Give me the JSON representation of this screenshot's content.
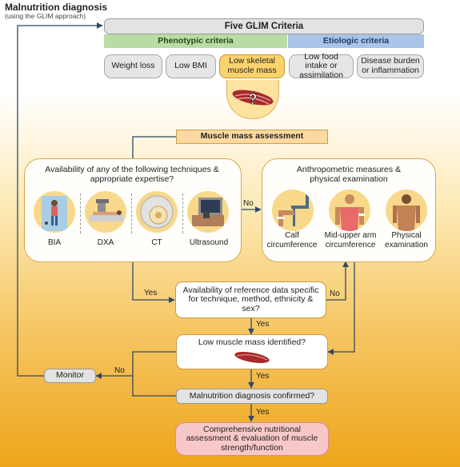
{
  "header": {
    "title": "Malnutrition diagnosis",
    "subtitle": "(using the GLIM approach)"
  },
  "glim": {
    "title": "Five GLIM Criteria",
    "phenotypic": "Phenotypic criteria",
    "etiologic": "Etiologic criteria",
    "criteria": [
      "Weight loss",
      "Low BMI",
      "Low skeletal muscle mass",
      "Low food intake or assimilation",
      "Disease burden or inflammation"
    ]
  },
  "assessment": {
    "title": "Muscle mass assessment"
  },
  "techniques": {
    "question": "Availability of any of the following techniques & appropriate expertise?",
    "items": [
      "BIA",
      "DXA",
      "CT",
      "Ultrasound"
    ]
  },
  "anthro": {
    "title": "Anthropometric measures & physical examination",
    "items": [
      "Calf circumference",
      "Mid-upper arm circumference",
      "Physical examination"
    ]
  },
  "reference": {
    "question": "Availability of reference data specific for technique, method, ethnicity & sex?"
  },
  "low_mass": {
    "question": "Low muscle mass identified?"
  },
  "monitor": {
    "label": "Monitor"
  },
  "confirmed": {
    "question": "Malnutrition diagnosis confirmed?"
  },
  "final": {
    "text": "Comprehensive nutritional assessment & evaluation of muscle strength/function"
  },
  "answers": {
    "yes": "Yes",
    "no": "No"
  },
  "colors": {
    "phenotypic": "#b9dca4",
    "etiologic": "#a9c4e6",
    "highlight": "#fbd36e",
    "arrow": "#2f4a63",
    "final_box": "#f8c8c8"
  },
  "icons": [
    "question-muscle-icon",
    "bia-icon",
    "dxa-icon",
    "ct-icon",
    "ultrasound-icon",
    "calf-icon",
    "arm-icon",
    "physical-exam-icon",
    "muscle-icon"
  ]
}
